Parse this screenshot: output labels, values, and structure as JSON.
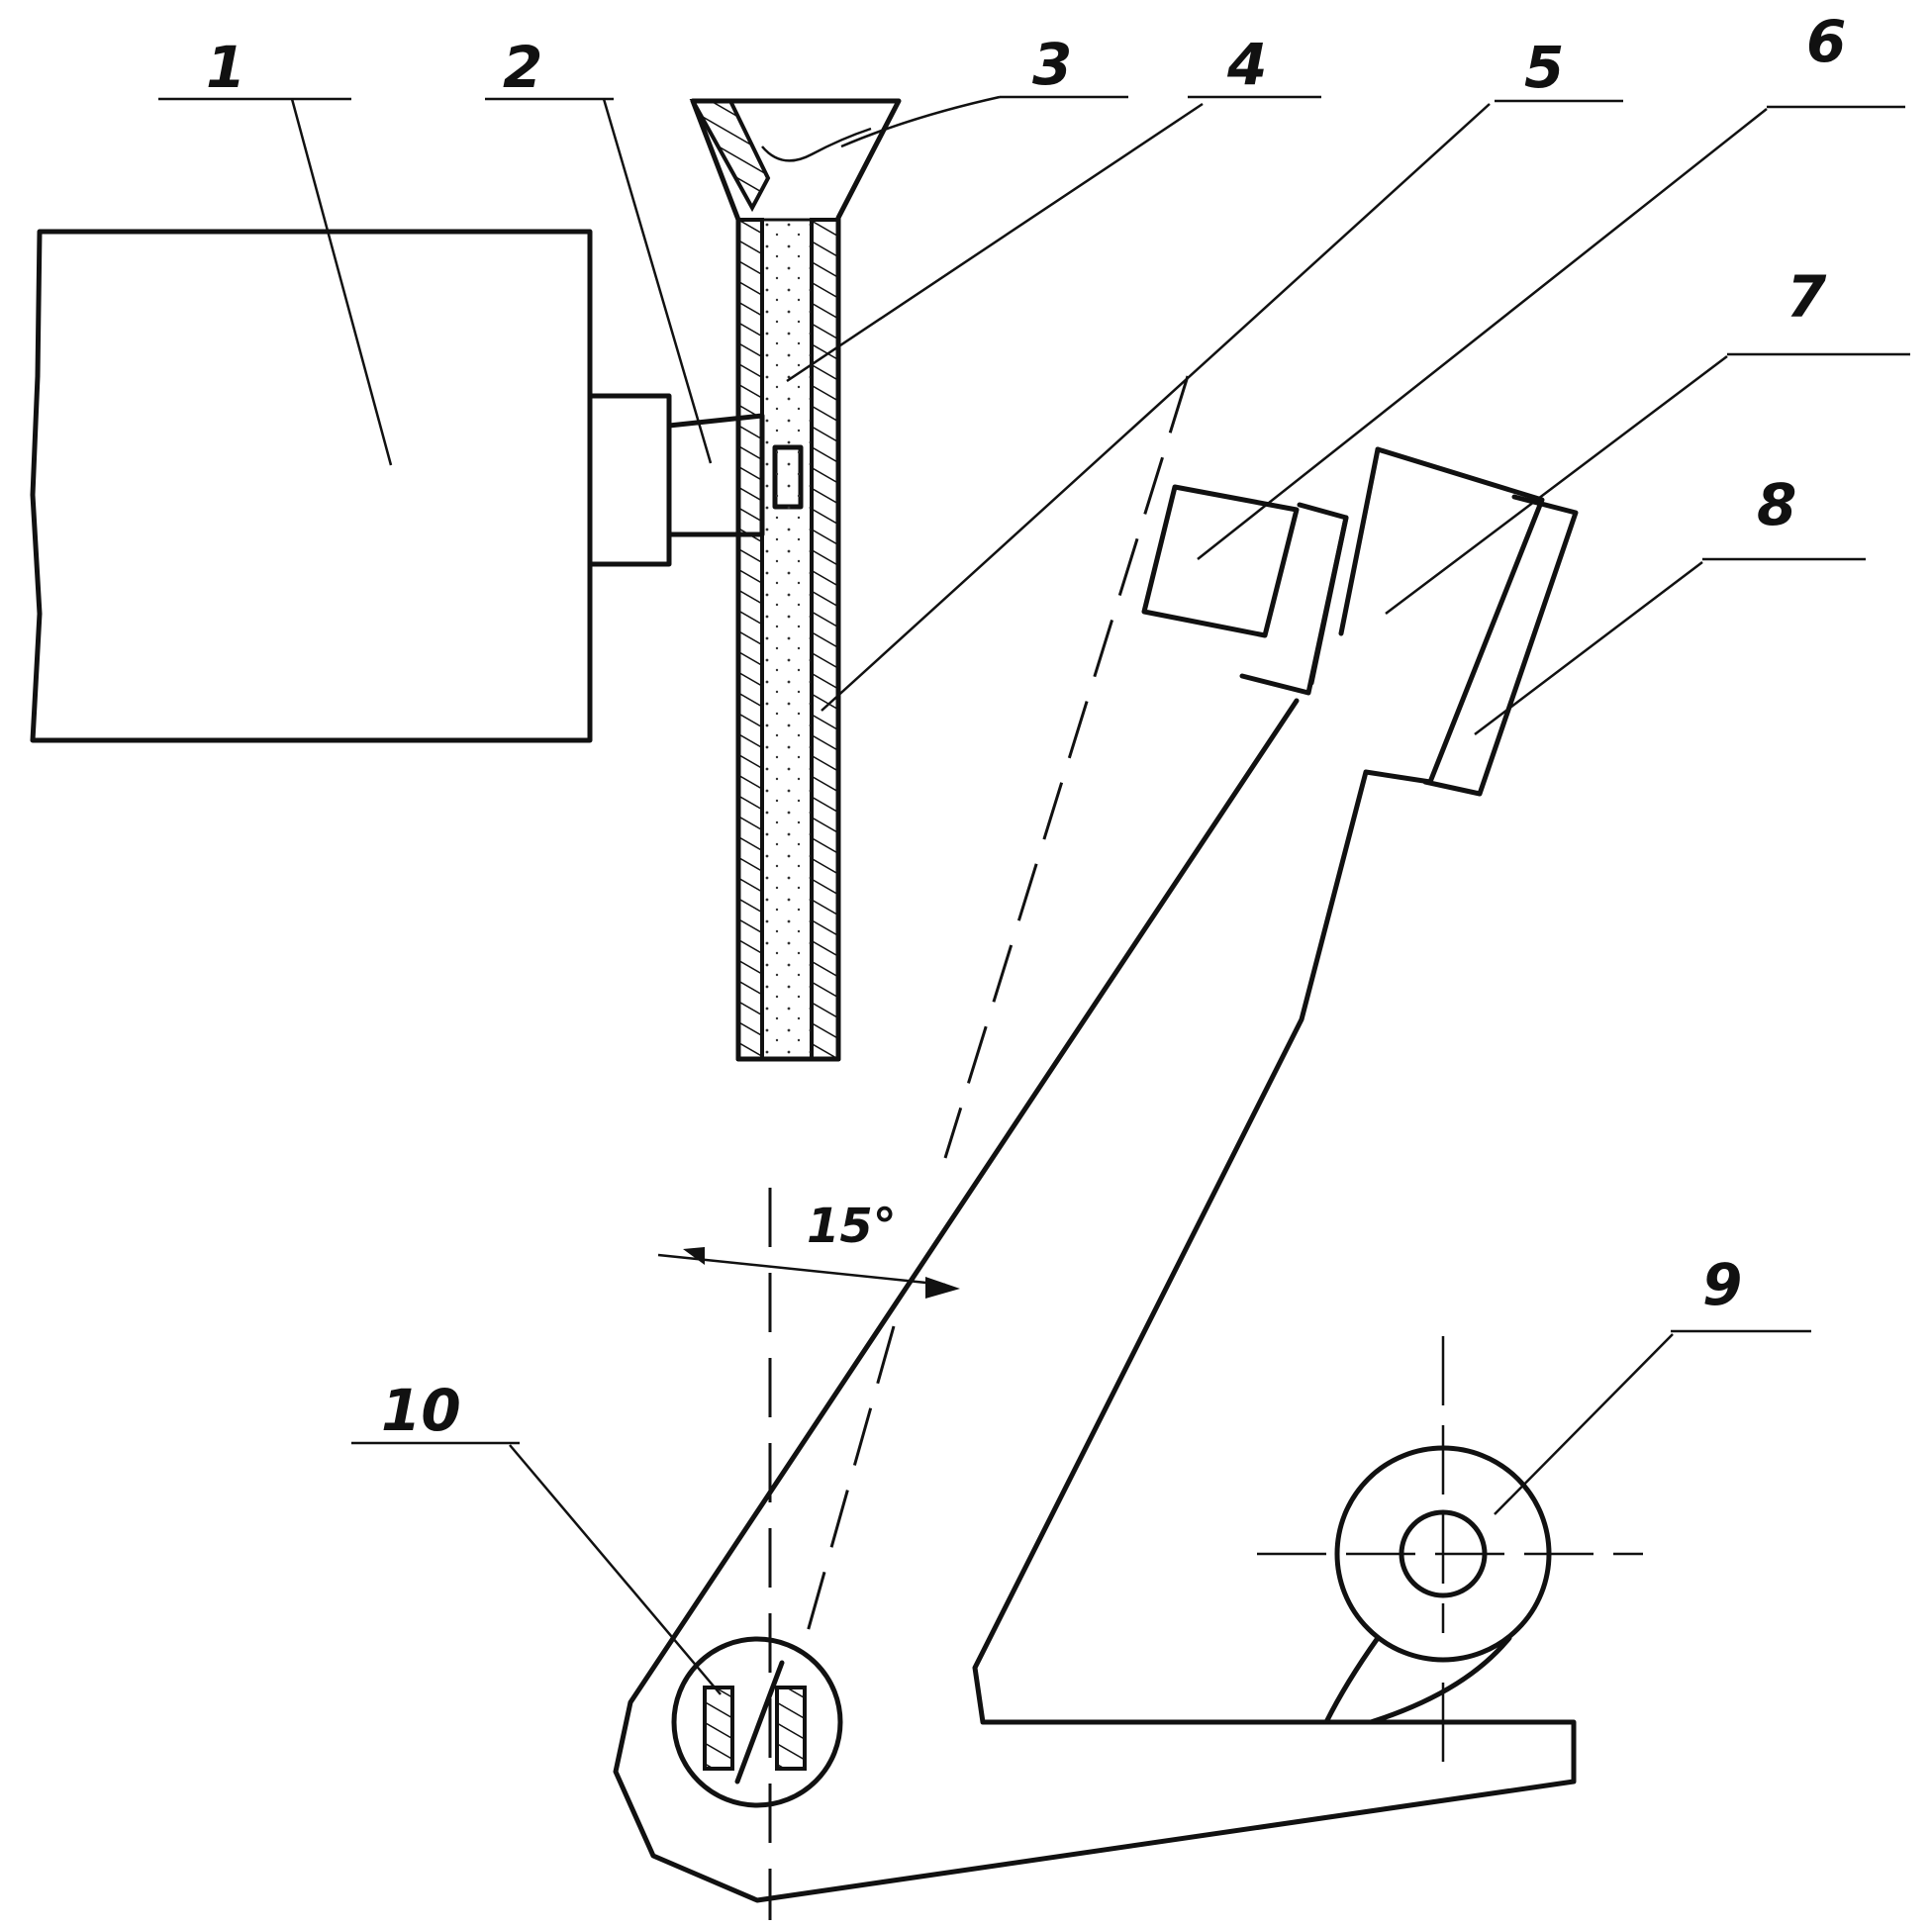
{
  "callouts": {
    "c1": "1",
    "c2": "2",
    "c3": "3",
    "c4": "4",
    "c5": "5",
    "c6": "6",
    "c7": "7",
    "c8": "8",
    "c9": "9",
    "c10": "10"
  },
  "angle_label": "15°"
}
